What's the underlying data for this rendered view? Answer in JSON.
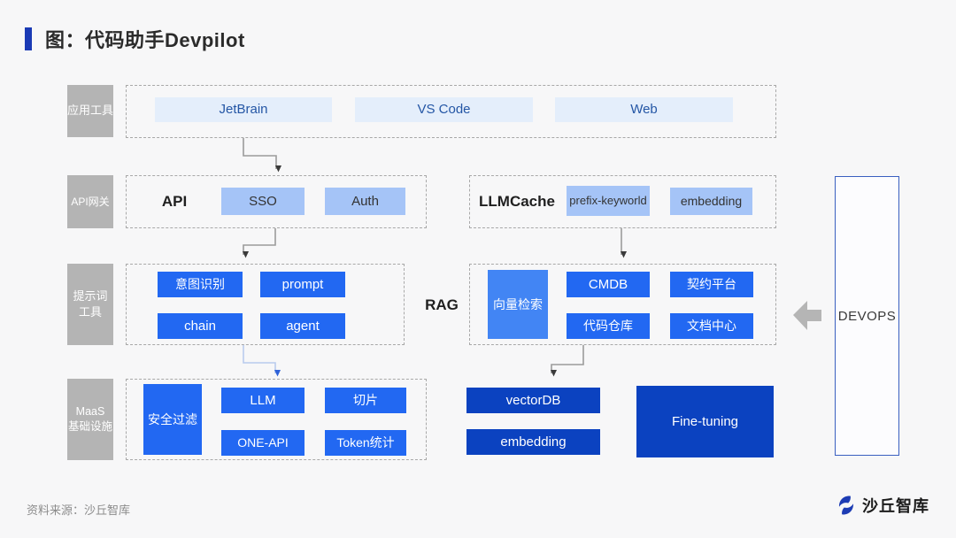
{
  "header": {
    "title": "图：代码助手Devpilot",
    "accent_color": "#1a3ab5"
  },
  "row_labels": [
    {
      "label": "应用工具"
    },
    {
      "label": "API网关"
    },
    {
      "label": "提示词\n工具"
    },
    {
      "label": "MaaS\n基础设施"
    }
  ],
  "app_tools": {
    "items": [
      "JetBrain",
      "VS Code",
      "Web"
    ]
  },
  "api_gateway": {
    "title": "API",
    "chips": [
      "SSO",
      "Auth"
    ]
  },
  "llm_cache": {
    "title": "LLMCache",
    "chips": [
      "prefix-keyworld",
      "embedding"
    ]
  },
  "prompt_tools": {
    "buttons": [
      "意图识别",
      "prompt",
      "chain",
      "agent"
    ]
  },
  "rag": {
    "label": "RAG",
    "vector_search": "向量检索",
    "sources": [
      "CMDB",
      "契约平台",
      "代码仓库",
      "文档中心"
    ]
  },
  "maas": {
    "security_filter": "安全过滤",
    "modules": [
      "LLM",
      "切片",
      "ONE-API",
      "Token统计"
    ]
  },
  "vector_store": {
    "items": [
      "vectorDB",
      "embedding"
    ]
  },
  "fine_tuning": {
    "label": "Fine-tuning"
  },
  "devops": {
    "label": "DEVOPS"
  },
  "footer": {
    "source": "资料来源：沙丘智库",
    "brand": "沙丘智库"
  },
  "colors": {
    "chip_light": "#e4eefb",
    "chip_light_text": "#2456a5",
    "chip_medium": "#a5c4f7",
    "button_bright": "#2268f2",
    "vector_search_blue": "#4285f4",
    "dark_blue": "#0b42c0",
    "label_gray": "#b4b4b4",
    "accent": "#1a3ab5"
  }
}
